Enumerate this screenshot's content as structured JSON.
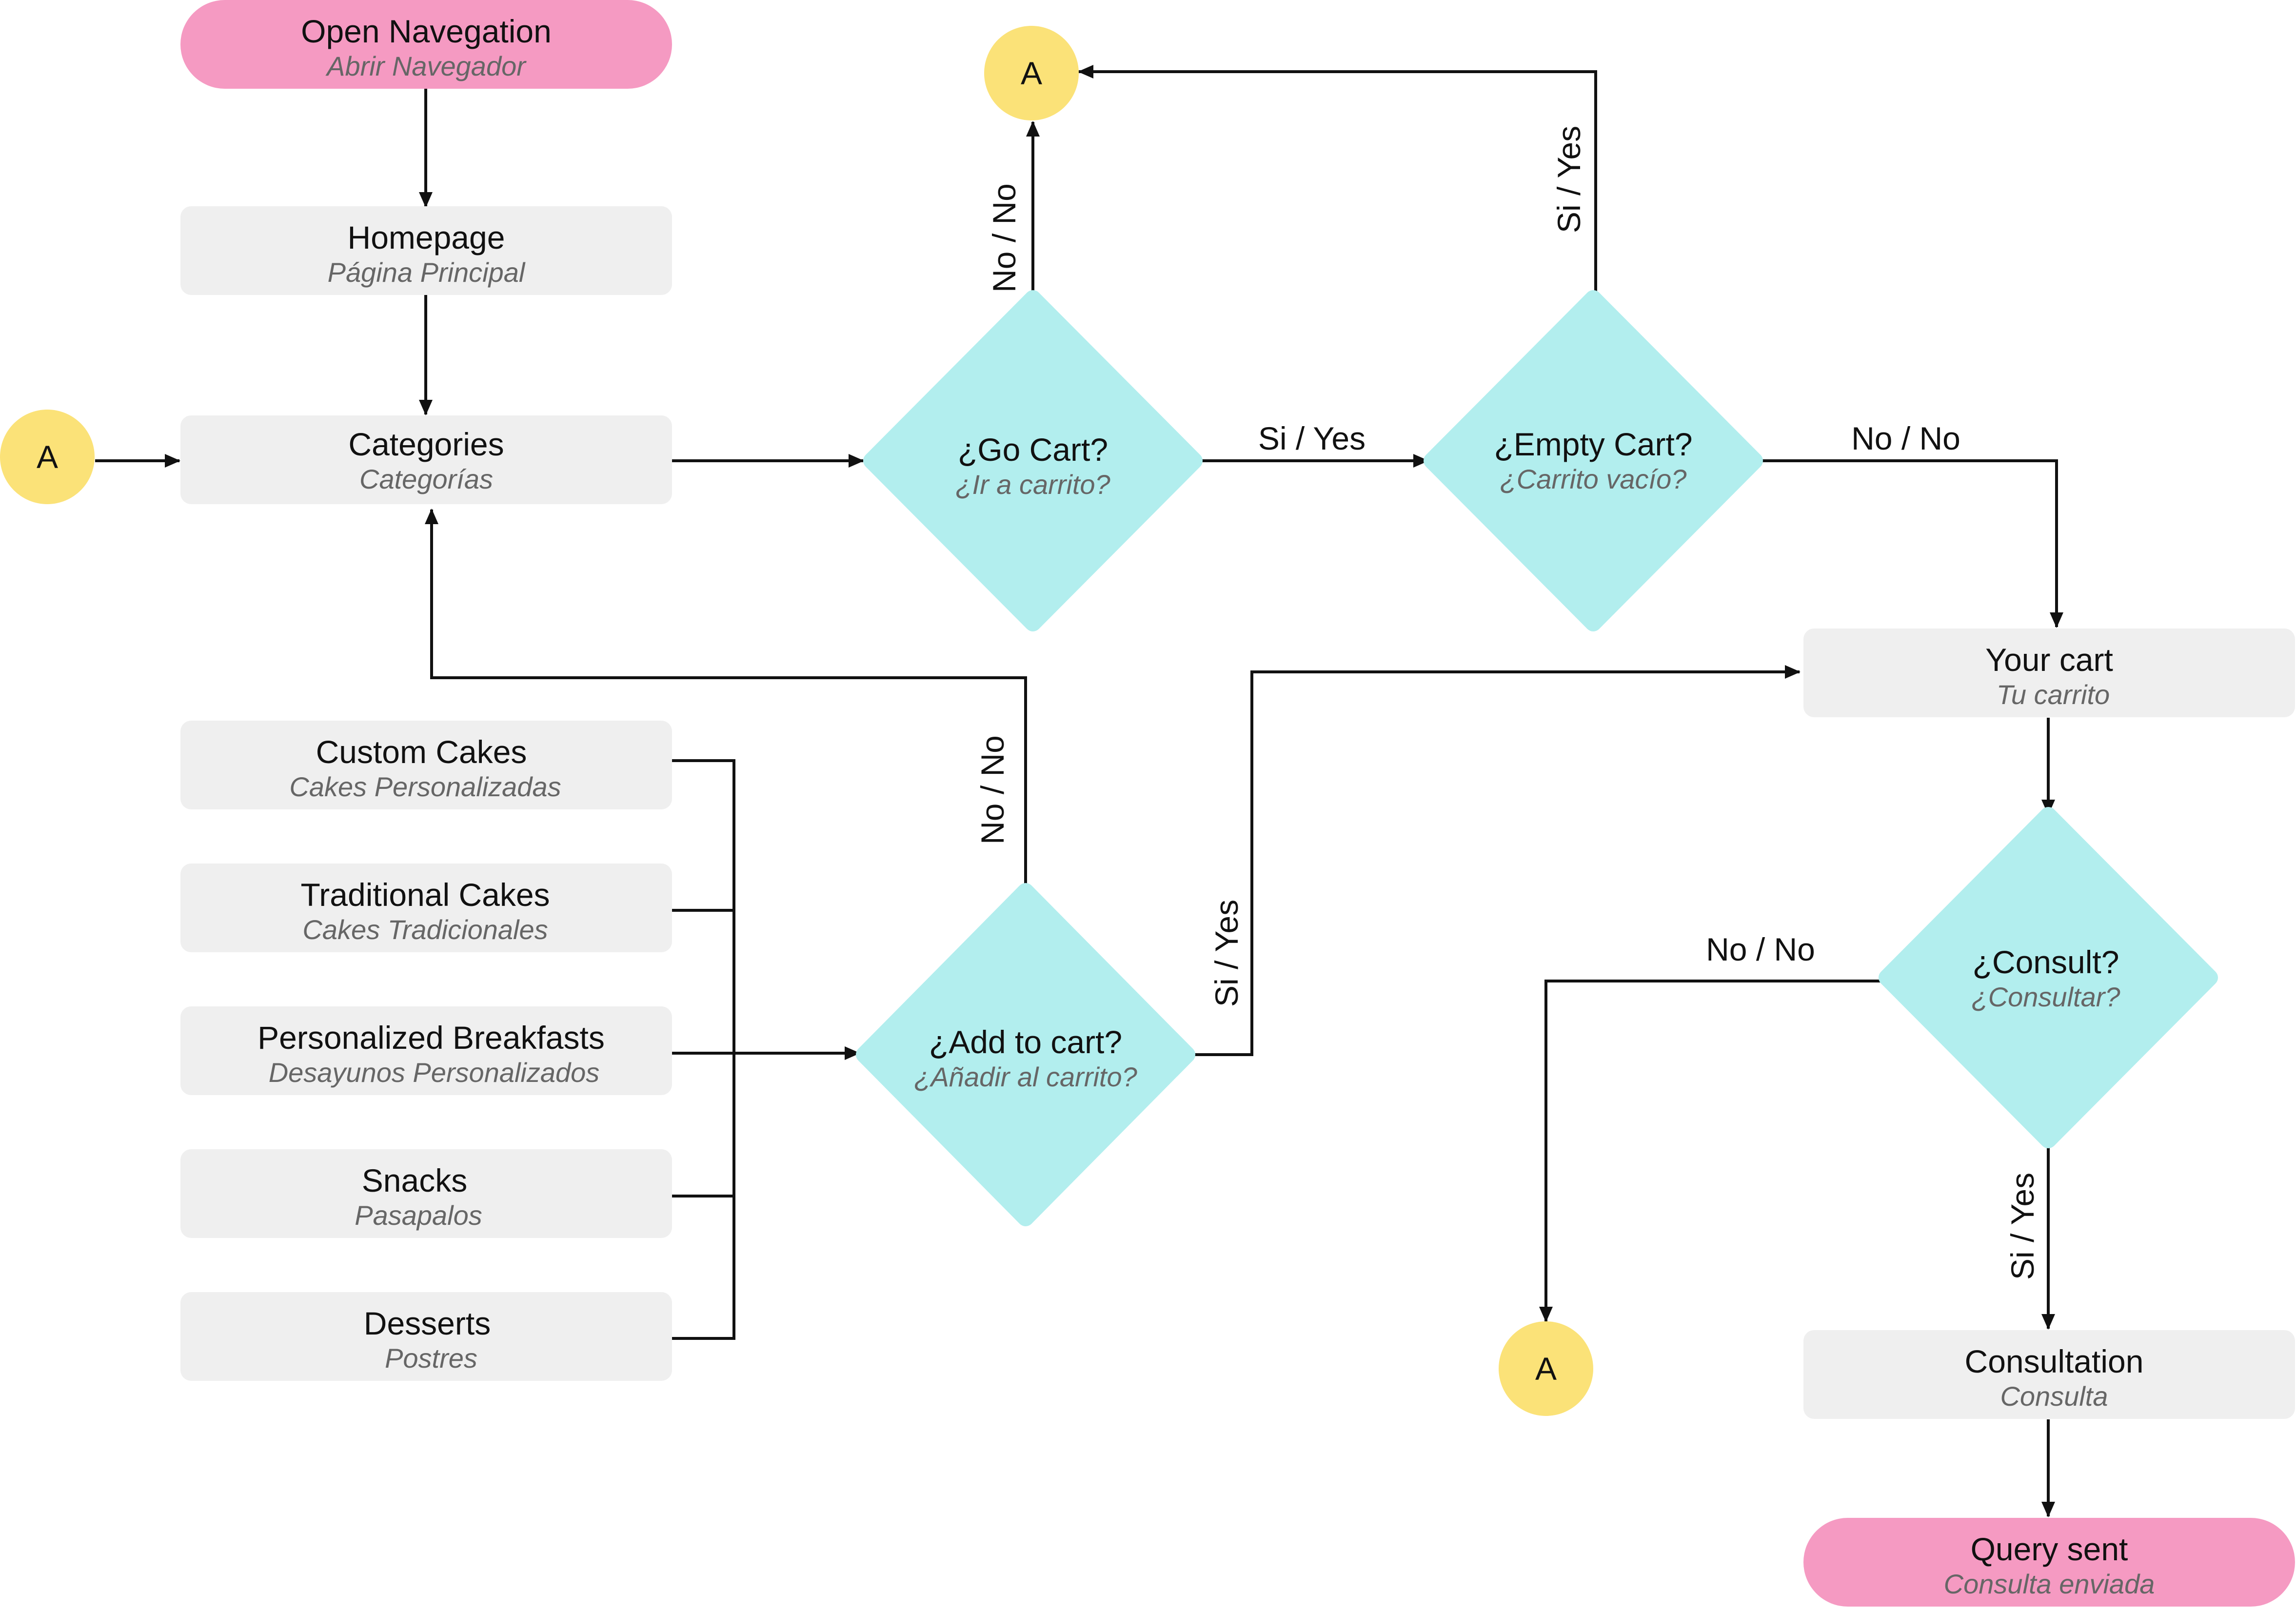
{
  "colors": {
    "terminal": "#f59ac2",
    "process": "#efefef",
    "decision": "#b2eeee",
    "connector": "#fbe278",
    "line": "#111111"
  },
  "nodes": {
    "open_navigation": {
      "title": "Open Navegation",
      "subtitle": "Abrir Navegador"
    },
    "homepage": {
      "title": "Homepage",
      "subtitle": "Página Principal"
    },
    "categories": {
      "title": "Categories",
      "subtitle": "Categorías"
    },
    "custom_cakes": {
      "title": "Custom Cakes",
      "subtitle": "Cakes Personalizadas"
    },
    "traditional_cakes": {
      "title": "Traditional Cakes",
      "subtitle": "Cakes Tradicionales"
    },
    "personalized_breakfasts": {
      "title": "Personalized Breakfasts",
      "subtitle": "Desayunos Personalizados"
    },
    "snacks": {
      "title": "Snacks",
      "subtitle": "Pasapalos"
    },
    "desserts": {
      "title": "Desserts",
      "subtitle": "Postres"
    },
    "go_cart": {
      "title": "¿Go Cart?",
      "subtitle": "¿Ir a carrito?"
    },
    "empty_cart": {
      "title": "¿Empty Cart?",
      "subtitle": "¿Carrito vacío?"
    },
    "add_to_cart": {
      "title": "¿Add to cart?",
      "subtitle": "¿Añadir al carrito?"
    },
    "your_cart": {
      "title": "Your cart",
      "subtitle": "Tu carrito"
    },
    "consult": {
      "title": "¿Consult?",
      "subtitle": "¿Consultar?"
    },
    "consultation": {
      "title": "Consultation",
      "subtitle": "Consulta"
    },
    "query_sent": {
      "title": "Query sent",
      "subtitle": "Consulta enviada"
    }
  },
  "connectors": {
    "a_left": "A",
    "a_top": "A",
    "a_bottom": "A"
  },
  "edge_labels": {
    "go_cart_no": "No / No",
    "go_cart_yes": "Si / Yes",
    "empty_cart_yes": "Si / Yes",
    "empty_cart_no": "No / No",
    "add_to_cart_no": "No / No",
    "add_to_cart_yes": "Si / Yes",
    "consult_no": "No / No",
    "consult_yes": "Si / Yes"
  }
}
